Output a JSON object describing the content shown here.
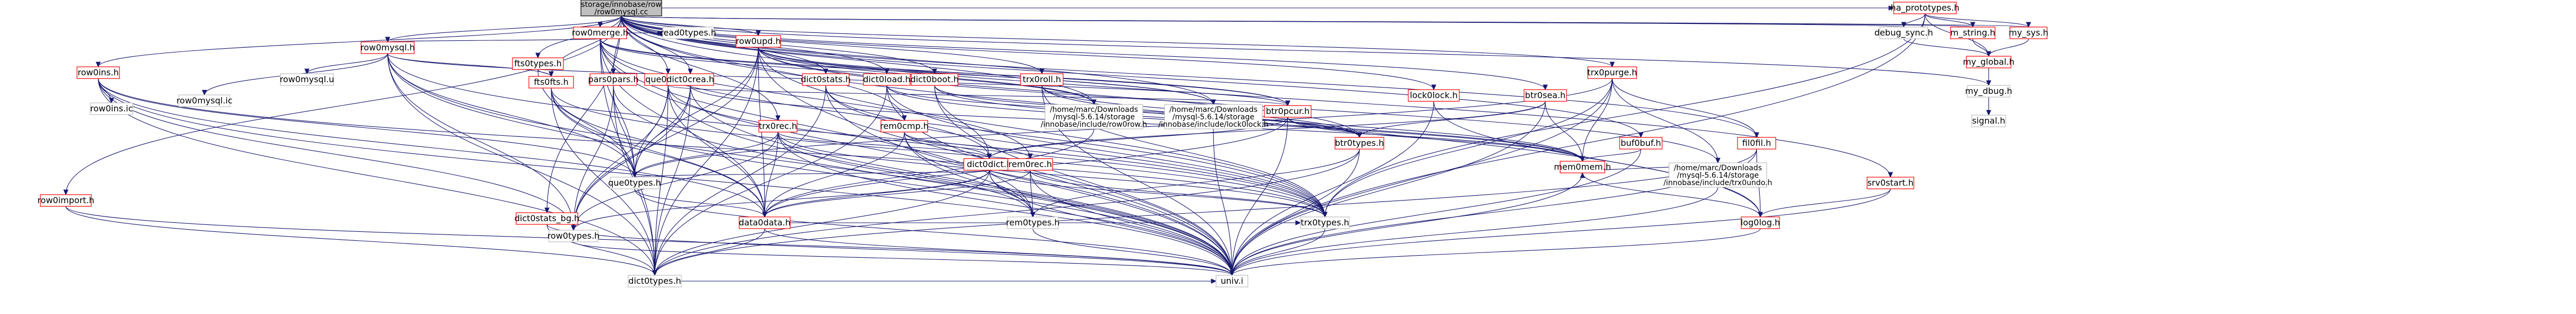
{
  "graph": {
    "description": "Include dependency graph for the root source file",
    "colors": {
      "root_fill": "#bfbfbf",
      "linked_border": "#ff0000",
      "plain_border": "#bfbfbf",
      "edge": "#191970"
    },
    "nodes": [
      {
        "id": "root",
        "label": "storage/innobase/row\n/row0mysql.cc",
        "kind": "root"
      },
      {
        "id": "ha_prototypes",
        "label": "ha_prototypes.h",
        "kind": "linked"
      },
      {
        "id": "debug_sync",
        "label": "debug_sync.h",
        "kind": "plain"
      },
      {
        "id": "m_string",
        "label": "m_string.h",
        "kind": "linked"
      },
      {
        "id": "my_sys",
        "label": "my_sys.h",
        "kind": "linked"
      },
      {
        "id": "my_global",
        "label": "my_global.h",
        "kind": "linked"
      },
      {
        "id": "my_dbug",
        "label": "my_dbug.h",
        "kind": "plain"
      },
      {
        "id": "signal",
        "label": "signal.h",
        "kind": "plain"
      },
      {
        "id": "row0ins",
        "label": "row0ins.h",
        "kind": "linked"
      },
      {
        "id": "row0ins_ic",
        "label": "row0ins.ic",
        "kind": "plain"
      },
      {
        "id": "row0mysql",
        "label": "row0mysql.h",
        "kind": "linked"
      },
      {
        "id": "row0mysql_ic",
        "label": "row0mysql.ic",
        "kind": "plain"
      },
      {
        "id": "row0merge",
        "label": "row0merge.h",
        "kind": "linked"
      },
      {
        "id": "read0types",
        "label": "read0types.h",
        "kind": "plain"
      },
      {
        "id": "row0upd",
        "label": "row0upd.h",
        "kind": "linked"
      },
      {
        "id": "row0import",
        "label": "row0import.h",
        "kind": "linked"
      },
      {
        "id": "fts0types",
        "label": "fts0types.h",
        "kind": "linked"
      },
      {
        "id": "fts0fts",
        "label": "fts0fts.h",
        "kind": "linked"
      },
      {
        "id": "que0que",
        "label": "que0que.h",
        "kind": "linked"
      },
      {
        "id": "pars0pars",
        "label": "pars0pars.h",
        "kind": "linked"
      },
      {
        "id": "dict0crea",
        "label": "dict0crea.h",
        "kind": "linked"
      },
      {
        "id": "dict0stats",
        "label": "dict0stats.h",
        "kind": "linked"
      },
      {
        "id": "dict0stats_bg",
        "label": "dict0stats_bg.h",
        "kind": "linked"
      },
      {
        "id": "dict0load",
        "label": "dict0load.h",
        "kind": "linked"
      },
      {
        "id": "dict0boot",
        "label": "dict0boot.h",
        "kind": "linked"
      },
      {
        "id": "dict0dict",
        "label": "dict0dict.h",
        "kind": "linked"
      },
      {
        "id": "dict0types",
        "label": "dict0types.h",
        "kind": "plain"
      },
      {
        "id": "trx0rec",
        "label": "trx0rec.h",
        "kind": "linked"
      },
      {
        "id": "trx0roll",
        "label": "trx0roll.h",
        "kind": "linked"
      },
      {
        "id": "trx0purge",
        "label": "trx0purge.h",
        "kind": "linked"
      },
      {
        "id": "trx0types",
        "label": "trx0types.h",
        "kind": "plain"
      },
      {
        "id": "rem0cmp",
        "label": "rem0cmp.h",
        "kind": "linked"
      },
      {
        "id": "rem0rec",
        "label": "rem0rec.h",
        "kind": "linked"
      },
      {
        "id": "rem0types",
        "label": "rem0types.h",
        "kind": "plain"
      },
      {
        "id": "btr0pcur",
        "label": "btr0pcur.h",
        "kind": "linked"
      },
      {
        "id": "btr0types",
        "label": "btr0types.h",
        "kind": "linked"
      },
      {
        "id": "btr0sea",
        "label": "btr0sea.h",
        "kind": "linked"
      },
      {
        "id": "buf0buf",
        "label": "buf0buf.h",
        "kind": "linked"
      },
      {
        "id": "fil0fil",
        "label": "fil0fil.h",
        "kind": "linked"
      },
      {
        "id": "mem0mem",
        "label": "mem0mem.h",
        "kind": "linked"
      },
      {
        "id": "srv0start",
        "label": "srv0start.h",
        "kind": "linked"
      },
      {
        "id": "lock0lock",
        "label": "lock0lock.h",
        "kind": "linked"
      },
      {
        "id": "que0types",
        "label": "que0types.h",
        "kind": "plain"
      },
      {
        "id": "row0types",
        "label": "row0types.h",
        "kind": "plain"
      },
      {
        "id": "data0data",
        "label": "data0data.h",
        "kind": "linked"
      },
      {
        "id": "log0log",
        "label": "log0log.h",
        "kind": "linked"
      },
      {
        "id": "univ",
        "label": "univ.i",
        "kind": "plain"
      },
      {
        "id": "row0mysql_u",
        "label": "row0mysql.u",
        "kind": "plain"
      },
      {
        "id": "path_row0row",
        "label": "/home/marc/Downloads\n/mysql-5.6.14/storage\n/innobase/include/row0row.h",
        "kind": "plain"
      },
      {
        "id": "path_lock0lock",
        "label": "/home/marc/Downloads\n/mysql-5.6.14/storage\n/innobase/include/lock0lock.h",
        "kind": "plain"
      },
      {
        "id": "path_trx0undo",
        "label": "/home/marc/Downloads\n/mysql-5.6.14/storage\n/innobase/include/trx0undo.h",
        "kind": "plain"
      }
    ],
    "edges": [
      [
        "root",
        "ha_prototypes"
      ],
      [
        "root",
        "debug_sync"
      ],
      [
        "root",
        "m_string"
      ],
      [
        "root",
        "my_sys"
      ],
      [
        "root",
        "row0ins"
      ],
      [
        "root",
        "row0mysql"
      ],
      [
        "root",
        "row0merge"
      ],
      [
        "root",
        "row0upd"
      ],
      [
        "root",
        "row0import"
      ],
      [
        "root",
        "fts0types"
      ],
      [
        "root",
        "fts0fts"
      ],
      [
        "root",
        "que0que"
      ],
      [
        "root",
        "pars0pars"
      ],
      [
        "root",
        "dict0crea"
      ],
      [
        "root",
        "dict0stats"
      ],
      [
        "root",
        "dict0stats_bg"
      ],
      [
        "root",
        "dict0load"
      ],
      [
        "root",
        "dict0boot"
      ],
      [
        "root",
        "trx0rec"
      ],
      [
        "root",
        "trx0roll"
      ],
      [
        "root",
        "trx0purge"
      ],
      [
        "root",
        "rem0cmp"
      ],
      [
        "root",
        "btr0sea"
      ],
      [
        "root",
        "buf0buf"
      ],
      [
        "root",
        "fil0fil"
      ],
      [
        "root",
        "srv0start"
      ],
      [
        "root",
        "lock0lock"
      ],
      [
        "root",
        "log0log"
      ],
      [
        "root",
        "my_dbug"
      ],
      [
        "root",
        "path_row0row"
      ],
      [
        "root",
        "path_lock0lock"
      ],
      [
        "ha_prototypes",
        "debug_sync"
      ],
      [
        "ha_prototypes",
        "m_string"
      ],
      [
        "ha_prototypes",
        "my_sys"
      ],
      [
        "ha_prototypes",
        "my_global"
      ],
      [
        "ha_prototypes",
        "trx0types"
      ],
      [
        "ha_prototypes",
        "univ"
      ],
      [
        "m_string",
        "my_global"
      ],
      [
        "my_sys",
        "my_global"
      ],
      [
        "my_global",
        "my_dbug"
      ],
      [
        "debug_sync",
        "my_global"
      ],
      [
        "my_dbug",
        "signal"
      ],
      [
        "row0ins",
        "row0ins_ic"
      ],
      [
        "row0ins",
        "que0types"
      ],
      [
        "row0ins",
        "row0types"
      ],
      [
        "row0ins",
        "data0data"
      ],
      [
        "row0ins",
        "dict0types"
      ],
      [
        "row0ins",
        "trx0types"
      ],
      [
        "row0ins",
        "univ"
      ],
      [
        "row0mysql",
        "row0mysql_ic"
      ],
      [
        "row0mysql",
        "row0mysql_u"
      ],
      [
        "row0mysql",
        "que0types"
      ],
      [
        "row0mysql",
        "data0data"
      ],
      [
        "row0mysql",
        "btr0pcur"
      ],
      [
        "row0mysql",
        "trx0types"
      ],
      [
        "row0mysql",
        "dict0types"
      ],
      [
        "row0mysql",
        "univ"
      ],
      [
        "row0mysql",
        "row0types"
      ],
      [
        "row0mysql",
        "fts0fts"
      ],
      [
        "row0merge",
        "read0types"
      ],
      [
        "row0merge",
        "data0data"
      ],
      [
        "row0merge",
        "dict0types"
      ],
      [
        "row0merge",
        "trx0types"
      ],
      [
        "row0merge",
        "que0types"
      ],
      [
        "row0merge",
        "rem0types"
      ],
      [
        "row0merge",
        "rem0rec"
      ],
      [
        "row0merge",
        "btr0pcur"
      ],
      [
        "row0merge",
        "path_row0row"
      ],
      [
        "row0merge",
        "path_lock0lock"
      ],
      [
        "row0merge",
        "univ"
      ],
      [
        "row0merge",
        "row0mysql"
      ],
      [
        "row0upd",
        "data0data"
      ],
      [
        "row0upd",
        "row0types"
      ],
      [
        "row0upd",
        "btr0types"
      ],
      [
        "row0upd",
        "dict0types"
      ],
      [
        "row0upd",
        "trx0types"
      ],
      [
        "row0upd",
        "btr0pcur"
      ],
      [
        "row0upd",
        "que0types"
      ],
      [
        "row0upd",
        "path_trx0undo"
      ],
      [
        "row0upd",
        "univ"
      ],
      [
        "row0upd",
        "path_row0row"
      ],
      [
        "row0upd",
        "path_lock0lock"
      ],
      [
        "row0import",
        "dict0types"
      ],
      [
        "row0import",
        "univ"
      ],
      [
        "fts0types",
        "fts0fts"
      ],
      [
        "fts0types",
        "que0types"
      ],
      [
        "fts0fts",
        "data0data"
      ],
      [
        "fts0fts",
        "dict0types"
      ],
      [
        "fts0fts",
        "univ"
      ],
      [
        "fts0fts",
        "que0types"
      ],
      [
        "fts0fts",
        "trx0types"
      ],
      [
        "que0que",
        "que0types"
      ],
      [
        "que0que",
        "data0data"
      ],
      [
        "que0que",
        "row0types"
      ],
      [
        "que0que",
        "dict0types"
      ],
      [
        "que0que",
        "trx0types"
      ],
      [
        "que0que",
        "univ"
      ],
      [
        "que0que",
        "btr0pcur"
      ],
      [
        "pars0pars",
        "que0types"
      ],
      [
        "pars0pars",
        "row0types"
      ],
      [
        "pars0pars",
        "dict0types"
      ],
      [
        "pars0pars",
        "univ"
      ],
      [
        "dict0crea",
        "que0types"
      ],
      [
        "dict0crea",
        "dict0types"
      ],
      [
        "dict0crea",
        "row0types"
      ],
      [
        "dict0crea",
        "mem0mem"
      ],
      [
        "dict0crea",
        "univ"
      ],
      [
        "dict0stats",
        "dict0types"
      ],
      [
        "dict0stats",
        "trx0types"
      ],
      [
        "dict0stats",
        "univ"
      ],
      [
        "dict0stats",
        "dict0dict"
      ],
      [
        "dict0stats_bg",
        "dict0types"
      ],
      [
        "dict0stats_bg",
        "univ"
      ],
      [
        "dict0load",
        "dict0types"
      ],
      [
        "dict0load",
        "trx0types"
      ],
      [
        "dict0load",
        "btr0types"
      ],
      [
        "dict0load",
        "mem0mem"
      ],
      [
        "dict0load",
        "univ"
      ],
      [
        "dict0boot",
        "btr0types"
      ],
      [
        "dict0boot",
        "mem0mem"
      ],
      [
        "dict0boot",
        "univ"
      ],
      [
        "dict0boot",
        "dict0dict"
      ],
      [
        "trx0rec",
        "data0data"
      ],
      [
        "trx0rec",
        "rem0types"
      ],
      [
        "trx0rec",
        "dict0dict"
      ],
      [
        "trx0rec",
        "que0types"
      ],
      [
        "trx0rec",
        "row0types"
      ],
      [
        "trx0rec",
        "trx0types"
      ],
      [
        "trx0rec",
        "univ"
      ],
      [
        "trx0roll",
        "trx0types"
      ],
      [
        "trx0roll",
        "mem0mem"
      ],
      [
        "trx0roll",
        "univ"
      ],
      [
        "trx0roll",
        "btr0types"
      ],
      [
        "trx0purge",
        "que0types"
      ],
      [
        "trx0purge",
        "trx0types"
      ],
      [
        "trx0purge",
        "fil0fil"
      ],
      [
        "trx0purge",
        "mem0mem"
      ],
      [
        "trx0purge",
        "path_trx0undo"
      ],
      [
        "trx0purge",
        "univ"
      ],
      [
        "rem0cmp",
        "data0data"
      ],
      [
        "rem0cmp",
        "dict0dict"
      ],
      [
        "rem0cmp",
        "rem0rec"
      ],
      [
        "rem0cmp",
        "univ"
      ],
      [
        "rem0cmp",
        "rem0types"
      ],
      [
        "rem0rec",
        "rem0types"
      ],
      [
        "rem0rec",
        "trx0types"
      ],
      [
        "rem0rec",
        "univ"
      ],
      [
        "rem0rec",
        "data0data"
      ],
      [
        "btr0pcur",
        "dict0dict"
      ],
      [
        "btr0pcur",
        "btr0types"
      ],
      [
        "btr0pcur",
        "data0data"
      ],
      [
        "btr0pcur",
        "mem0mem"
      ],
      [
        "btr0pcur",
        "univ"
      ],
      [
        "btr0types",
        "rem0types"
      ],
      [
        "btr0types",
        "univ"
      ],
      [
        "btr0types",
        "dict0types"
      ],
      [
        "btr0sea",
        "dict0dict"
      ],
      [
        "btr0sea",
        "btr0types"
      ],
      [
        "btr0sea",
        "mem0mem"
      ],
      [
        "btr0sea",
        "univ"
      ],
      [
        "buf0buf",
        "mem0mem"
      ],
      [
        "buf0buf",
        "univ"
      ],
      [
        "fil0fil",
        "dict0types"
      ],
      [
        "fil0fil",
        "log0log"
      ],
      [
        "fil0fil",
        "univ"
      ],
      [
        "mem0mem",
        "univ"
      ],
      [
        "mem0mem",
        "log0log"
      ],
      [
        "srv0start",
        "log0log"
      ],
      [
        "srv0start",
        "univ"
      ],
      [
        "lock0lock",
        "log0log"
      ],
      [
        "lock0lock",
        "univ"
      ],
      [
        "dict0dict",
        "data0data"
      ],
      [
        "dict0dict",
        "dict0types"
      ],
      [
        "dict0dict",
        "trx0types"
      ],
      [
        "dict0dict",
        "univ"
      ],
      [
        "dict0dict",
        "rem0types"
      ],
      [
        "dict0dict",
        "que0types"
      ],
      [
        "dict0dict",
        "row0types"
      ],
      [
        "data0data",
        "univ"
      ],
      [
        "data0data",
        "dict0types"
      ],
      [
        "data0data",
        "trx0types"
      ],
      [
        "trx0types",
        "univ"
      ],
      [
        "que0types",
        "univ"
      ],
      [
        "que0types",
        "data0data"
      ],
      [
        "row0types",
        "univ"
      ],
      [
        "rem0types",
        "univ"
      ],
      [
        "dict0types",
        "univ"
      ],
      [
        "log0log",
        "univ"
      ],
      [
        "path_trx0undo",
        "mem0mem"
      ],
      [
        "path_trx0undo",
        "univ"
      ],
      [
        "path_row0row",
        "data0data"
      ],
      [
        "path_lock0lock",
        "univ"
      ]
    ]
  }
}
